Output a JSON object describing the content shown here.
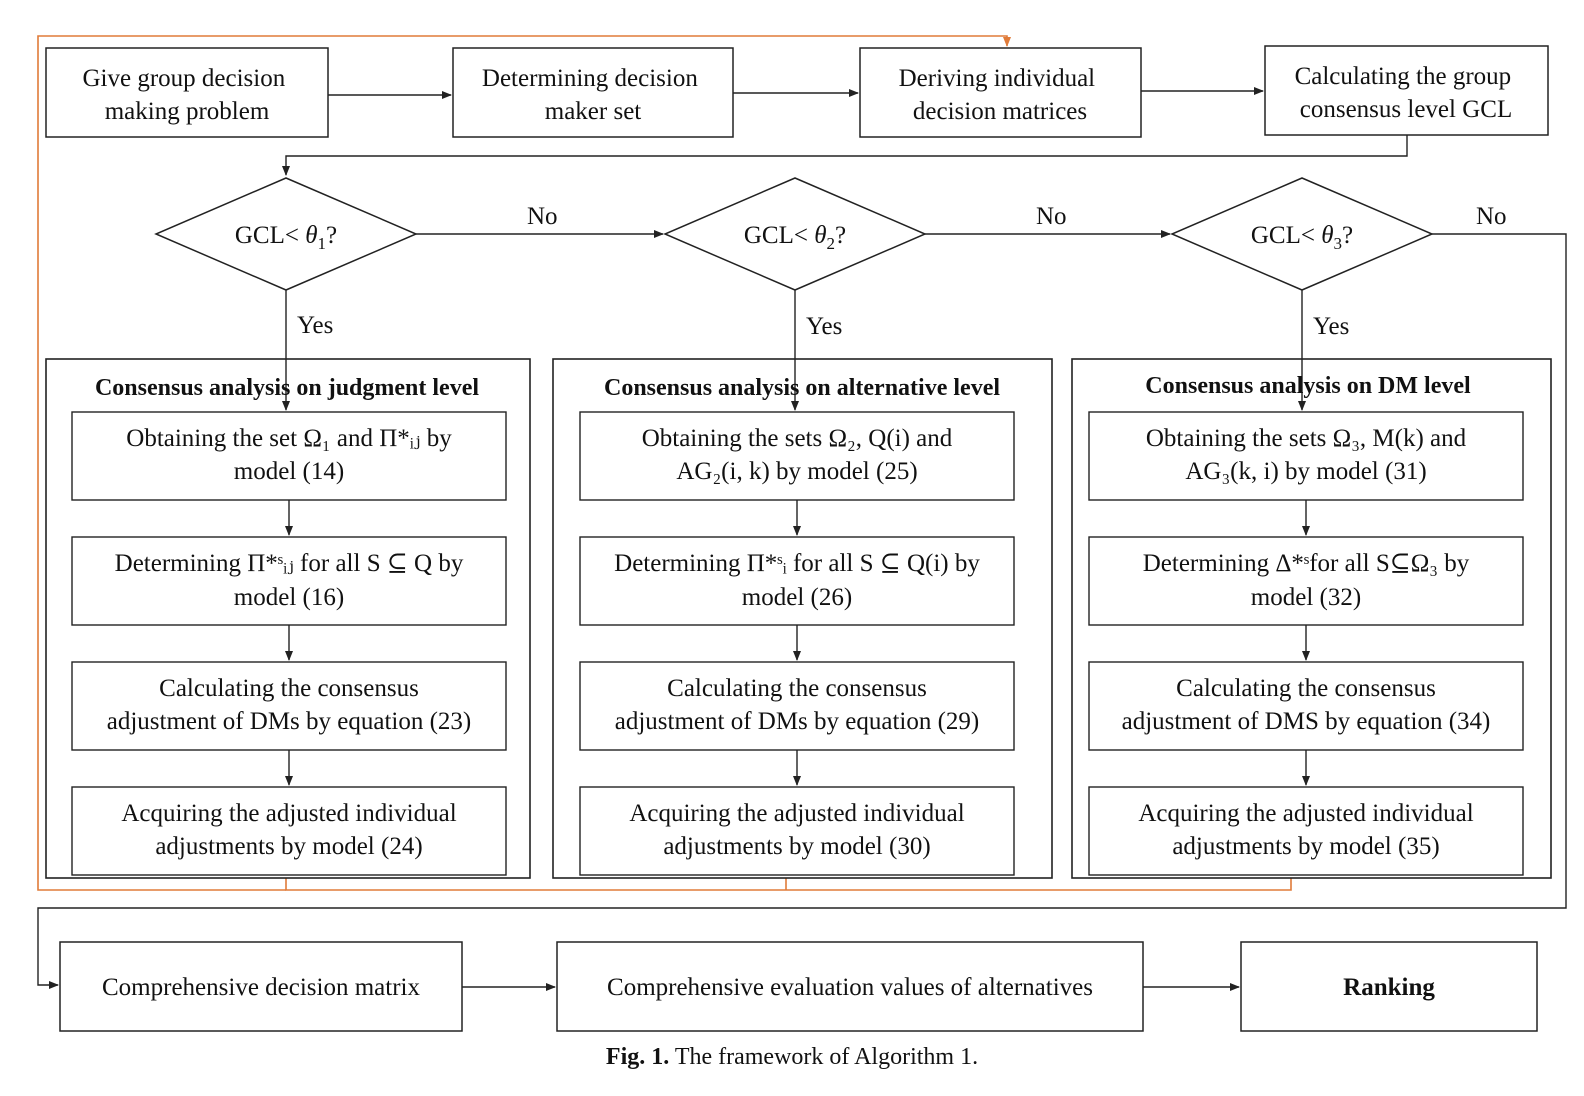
{
  "top_row": [
    {
      "id": "give",
      "lines": [
        "Give group decision",
        "making problem"
      ]
    },
    {
      "id": "determine",
      "lines": [
        "Determining decision",
        "maker set"
      ]
    },
    {
      "id": "derive",
      "lines": [
        "Deriving individual",
        "decision matrices"
      ]
    },
    {
      "id": "calculate",
      "lines": [
        "Calculating the group",
        "consensus level GCL"
      ]
    }
  ],
  "decisions": [
    {
      "prefix": "GCL<",
      "symbol": "θ",
      "sub": "1",
      "suffix": "?"
    },
    {
      "prefix": "GCL<",
      "symbol": "θ",
      "sub": "2",
      "suffix": "?"
    },
    {
      "prefix": "GCL<",
      "symbol": "θ",
      "sub": "3",
      "suffix": "?"
    }
  ],
  "branch_labels": {
    "no": "No",
    "yes": "Yes"
  },
  "panels": [
    {
      "heading": "Consensus analysis on judgment level",
      "steps": [
        [
          "Obtaining the set Ω₁ and Π*ᵢⱼ  by",
          "model (14)"
        ],
        [
          "Determining Π*ˢᵢⱼ for all S ⊆ Q by",
          "model (16)"
        ],
        [
          "Calculating the consensus",
          "adjustment of DMs by equation (23)"
        ],
        [
          "Acquiring the adjusted individual",
          "adjustments by model (24)"
        ]
      ]
    },
    {
      "heading": "Consensus analysis on alternative level",
      "steps": [
        [
          "Obtaining the sets Ω₂, Q(i) and",
          "AG₂(i, k) by model (25)"
        ],
        [
          "Determining Π*ˢᵢ for all S ⊆ Q(i) by",
          "model (26)"
        ],
        [
          "Calculating the consensus",
          "adjustment of DMs by equation (29)"
        ],
        [
          "Acquiring the adjusted individual",
          "adjustments by model (30)"
        ]
      ]
    },
    {
      "heading": "Consensus analysis on DM level",
      "steps": [
        [
          "Obtaining the sets Ω₃, M(k) and",
          "AG₃(k, i) by model (31)"
        ],
        [
          "Determining Δ*ˢfor all S⊆Ω₃ by",
          "model (32)"
        ],
        [
          "Calculating the consensus",
          "adjustment of DMS by equation (34)"
        ],
        [
          "Acquiring the adjusted individual",
          "adjustments by model (35)"
        ]
      ]
    }
  ],
  "bottom_row": [
    {
      "id": "comprehensive-matrix",
      "text": "Comprehensive decision matrix"
    },
    {
      "id": "comprehensive-values",
      "text": "Comprehensive evaluation values of alternatives"
    },
    {
      "id": "ranking",
      "text": "Ranking"
    }
  ],
  "caption": {
    "label": "Fig. 1.",
    "text": "The framework of Algorithm 1."
  },
  "colors": {
    "line": "#222222",
    "feedback": "#e07b39"
  }
}
